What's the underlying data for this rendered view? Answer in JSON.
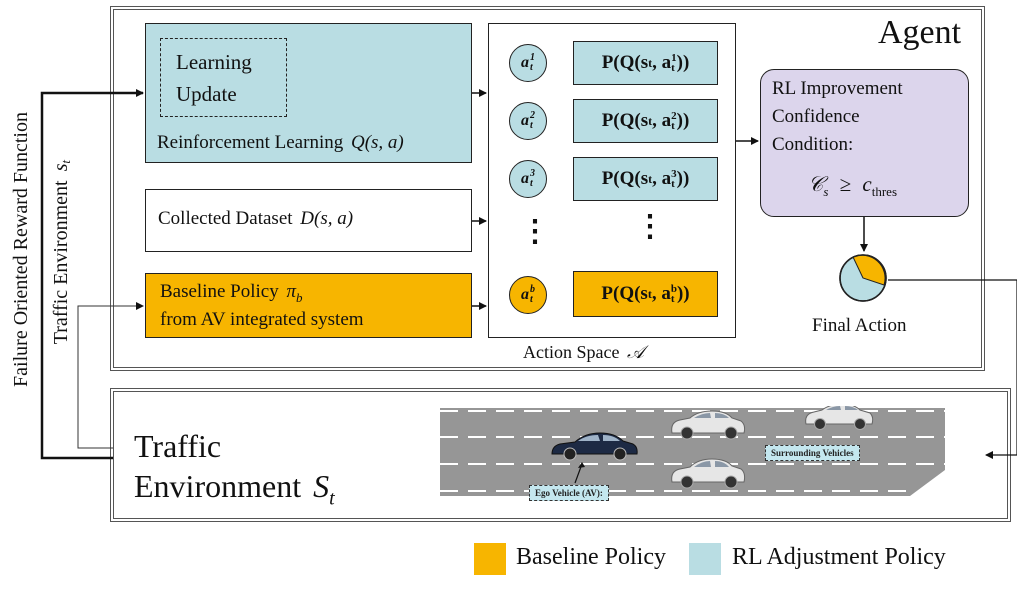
{
  "agent": {
    "title": "Agent"
  },
  "rl": {
    "learning_line1": "Learning",
    "learning_line2": "Update",
    "title": "Reinforcement Learning",
    "title_math": "Q(s, a)"
  },
  "dataset": {
    "label": "Collected Dataset",
    "label_math": "D(s, a)"
  },
  "baseline": {
    "line1": "Baseline Policy",
    "line1_math": "π",
    "line1_sub": "b",
    "line2": "from AV integrated system"
  },
  "action_space": {
    "label": "Action Space",
    "label_math": "𝒜",
    "actions": [
      {
        "base": "a",
        "sub": "t",
        "sup": "1",
        "p_prefix": "P(Q(s",
        "p_mid": ", a",
        "p_sup": "1",
        "p_suffix": "))",
        "color": "#b9dde3"
      },
      {
        "base": "a",
        "sub": "t",
        "sup": "2",
        "p_prefix": "P(Q(s",
        "p_mid": ", a",
        "p_sup": "2",
        "p_suffix": "))",
        "color": "#b9dde3"
      },
      {
        "base": "a",
        "sub": "t",
        "sup": "3",
        "p_prefix": "P(Q(s",
        "p_mid": ", a",
        "p_sup": "3",
        "p_suffix": "))",
        "color": "#b9dde3"
      },
      {
        "base": "a",
        "sub": "t",
        "sup": "b",
        "p_prefix": "P(Q(s",
        "p_mid": ", a",
        "p_sup": "b",
        "p_suffix": "))",
        "color": "#f7b500"
      }
    ],
    "ellipsis": "⋮"
  },
  "condition": {
    "line1": "RL Improvement",
    "line2": "Confidence",
    "line3": "Condition:",
    "formula_lhs": "𝒞",
    "formula_lhs_sub": "s",
    "formula_op": "≥",
    "formula_rhs": "c",
    "formula_rhs_sub": "thres"
  },
  "final_action": {
    "label": "Final Action"
  },
  "side_labels": {
    "reward": "Failure Oriented Reward Function",
    "traffic_env_prefix": "Traffic Environment",
    "traffic_env_math": "s",
    "traffic_env_sub": "t"
  },
  "traffic": {
    "line1": "Traffic",
    "line2": "Environment",
    "line2_math": "S",
    "line2_sub": "t",
    "surrounding_label": "Surrounding Vehicles",
    "ego_label": "Ego Vehicle (AV):"
  },
  "legend": {
    "baseline_label": "Baseline Policy",
    "rl_label": "RL Adjustment Policy",
    "baseline_color": "#f7b500",
    "rl_color": "#b9dde3"
  }
}
